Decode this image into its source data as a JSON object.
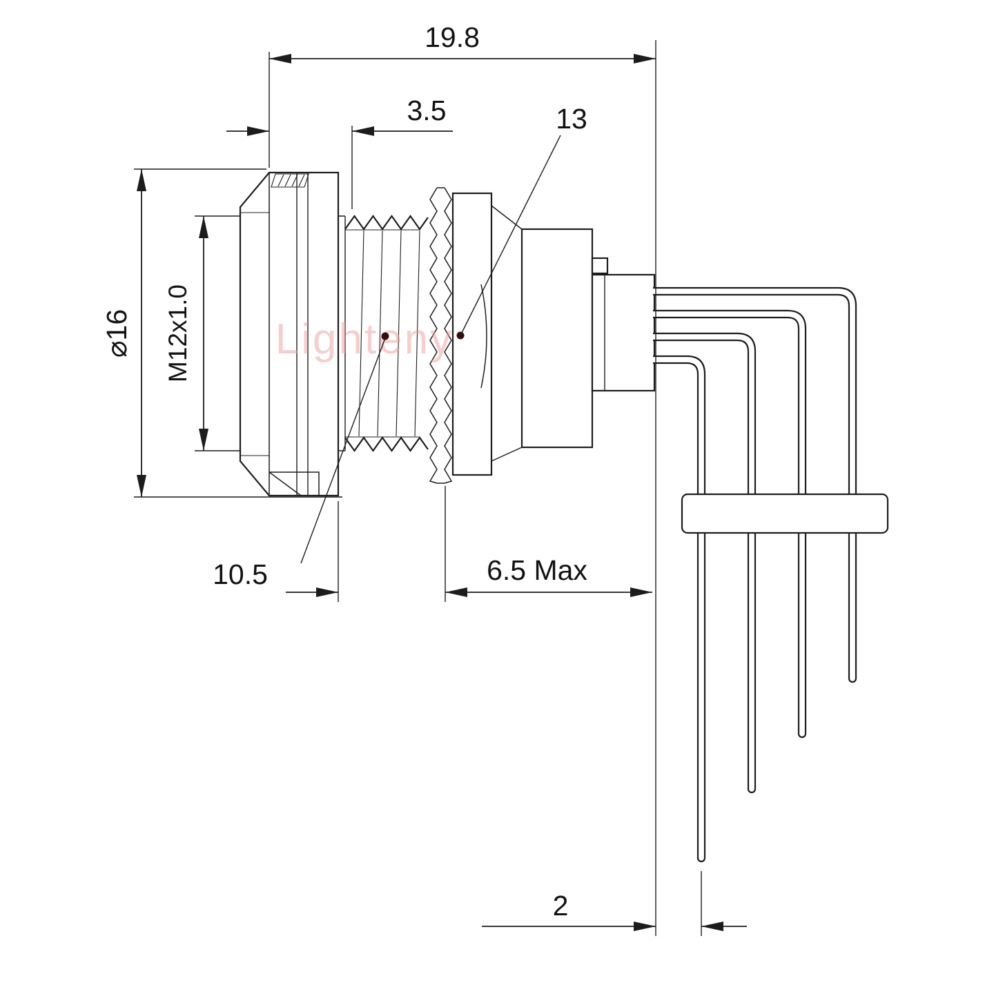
{
  "page": {
    "background": "#ffffff"
  },
  "drawing": {
    "watermark": "Lighteny",
    "colors": {
      "line": "#1c1c1c",
      "watermark": "#ec9f9f",
      "leader_dot": "#3a0d0d"
    },
    "dimensions": {
      "overall_length": "19.8",
      "front_section": "3.5",
      "rear_nut_ref": "13",
      "flange_diameter": "⌀16",
      "thread_spec": "M12x1.0",
      "thread_length": "10.5",
      "panel_thickness_max": "6.5 Max",
      "pin_row_offset": "2"
    }
  }
}
